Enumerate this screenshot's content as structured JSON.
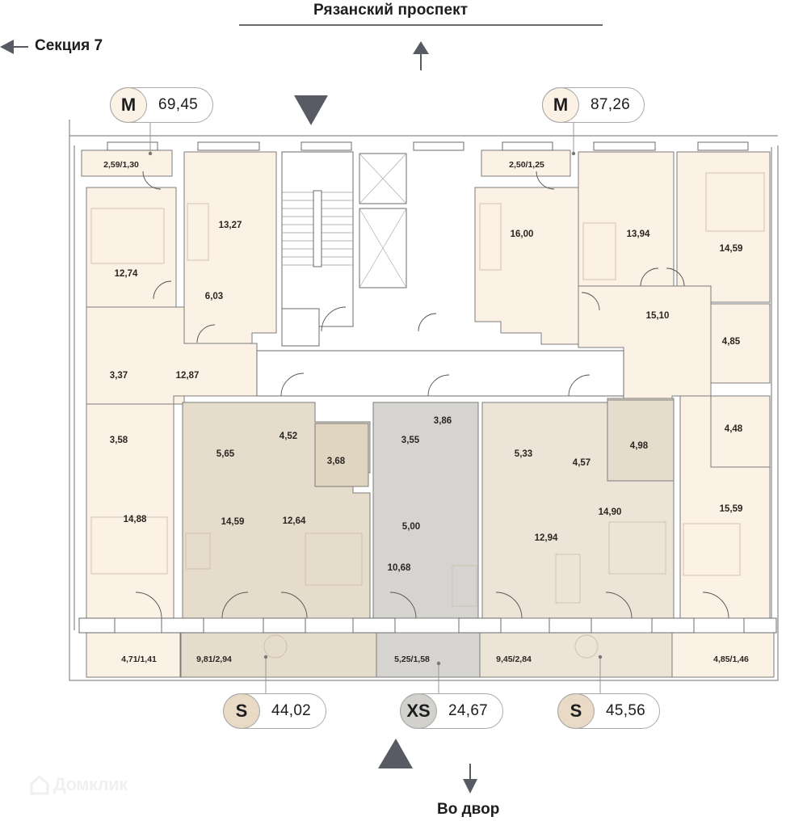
{
  "header": {
    "street_label": "Рязанский проспект",
    "section_link": "Секция 7"
  },
  "footer": {
    "yard_label": "Во двор",
    "watermark": "Домклик"
  },
  "colors": {
    "m_fill": "#fbf1e4",
    "m_badge": "#fbf1e4",
    "s_fill": "#e6dccb",
    "s_badge": "#e8dac4",
    "xs_fill": "#d6d4d1",
    "xs_badge": "#d3d1ce",
    "wall": "#5a5a5a",
    "arrow": "#585b63"
  },
  "apartments": [
    {
      "id": "apt-left-m",
      "type": "M",
      "total_area": "69,45",
      "rooms": [
        {
          "label": "2,59/1,30",
          "kind": "balcony"
        },
        {
          "label": "12,74",
          "kind": "bedroom"
        },
        {
          "label": "13,27",
          "kind": "living"
        },
        {
          "label": "6,03",
          "kind": "kitchen"
        },
        {
          "label": "12,87",
          "kind": "hall"
        },
        {
          "label": "3,37",
          "kind": "bathroom"
        },
        {
          "label": "3,58",
          "kind": "bathroom"
        },
        {
          "label": "14,88",
          "kind": "bedroom"
        },
        {
          "label": "4,71/1,41",
          "kind": "balcony"
        }
      ]
    },
    {
      "id": "apt-right-m",
      "type": "M",
      "total_area": "87,26",
      "rooms": [
        {
          "label": "2,50/1,25",
          "kind": "balcony"
        },
        {
          "label": "16,00",
          "kind": "living"
        },
        {
          "label": "13,94",
          "kind": "bedroom"
        },
        {
          "label": "14,59",
          "kind": "bedroom"
        },
        {
          "label": "15,10",
          "kind": "hall"
        },
        {
          "label": "4,85",
          "kind": "bathroom"
        },
        {
          "label": "4,48",
          "kind": "bathroom"
        },
        {
          "label": "15,59",
          "kind": "bedroom"
        },
        {
          "label": "4,85/1,46",
          "kind": "balcony"
        }
      ]
    },
    {
      "id": "apt-s-left",
      "type": "S",
      "total_area": "44,02",
      "rooms": [
        {
          "label": "5,65",
          "kind": "kitchen"
        },
        {
          "label": "4,52",
          "kind": "hall"
        },
        {
          "label": "3,68",
          "kind": "bathroom"
        },
        {
          "label": "14,59",
          "kind": "living"
        },
        {
          "label": "12,64",
          "kind": "bedroom"
        },
        {
          "label": "9,81/2,94",
          "kind": "balcony"
        }
      ]
    },
    {
      "id": "apt-xs",
      "type": "XS",
      "total_area": "24,67",
      "rooms": [
        {
          "label": "3,55",
          "kind": "bathroom"
        },
        {
          "label": "3,86",
          "kind": "hall"
        },
        {
          "label": "5,00",
          "kind": "kitchen"
        },
        {
          "label": "10,68",
          "kind": "living"
        },
        {
          "label": "5,25/1,58",
          "kind": "balcony"
        }
      ]
    },
    {
      "id": "apt-s-right",
      "type": "S",
      "total_area": "45,56",
      "rooms": [
        {
          "label": "5,33",
          "kind": "kitchen"
        },
        {
          "label": "4,57",
          "kind": "hall"
        },
        {
          "label": "4,98",
          "kind": "bathroom"
        },
        {
          "label": "12,94",
          "kind": "living"
        },
        {
          "label": "14,90",
          "kind": "bedroom"
        },
        {
          "label": "9,45/2,84",
          "kind": "balcony"
        }
      ]
    }
  ]
}
